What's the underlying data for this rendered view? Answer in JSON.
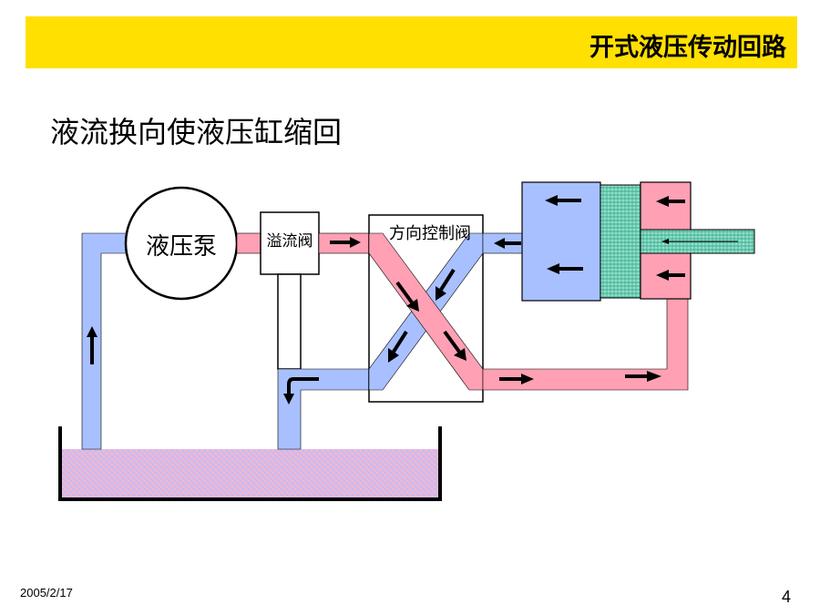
{
  "header": {
    "title": "开式液压传动回路"
  },
  "subtitle": "液流换向使液压缸缩回",
  "diagram": {
    "pump_label": "液压泵",
    "relief_valve_label": "溢流阀",
    "directional_valve_label": "方向控制阀"
  },
  "footer": {
    "date": "2005/2/17",
    "page": "4"
  },
  "colors": {
    "header_bg": "#ffe000",
    "return_line": "#a8c0ff",
    "pressure_line": "#ffa0b4",
    "piston": "#8fe0c8"
  }
}
